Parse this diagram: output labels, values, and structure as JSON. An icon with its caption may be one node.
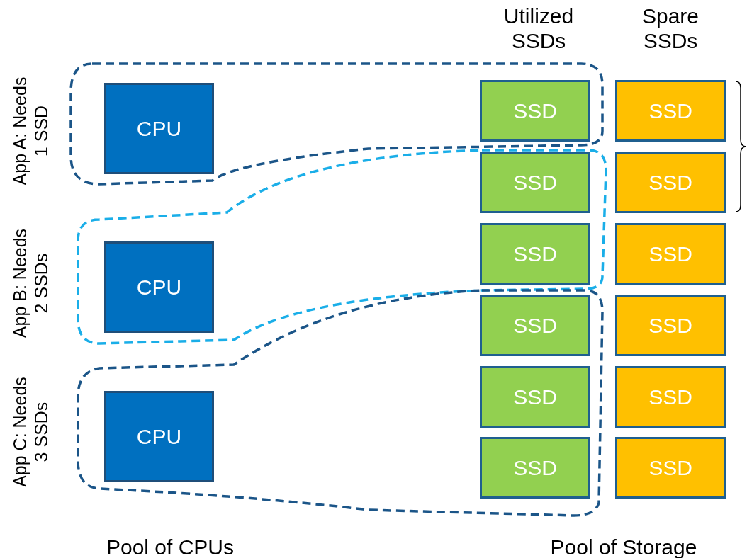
{
  "diagram": {
    "nodes": [
      {
        "text": [
          "App A: Needs 1 SSD"
        ]
      },
      {
        "text": [
          "App B: Needs 2 SSDs"
        ]
      },
      {
        "text": [
          "App C: Needs 3 SSDs"
        ]
      },
      {
        "text": [
          "CPU"
        ],
        "in": 0
      },
      {
        "text": [
          "CPU"
        ],
        "in": 1
      },
      {
        "text": [
          "CPU"
        ],
        "in": 2
      },
      {
        "text": [
          "SSD"
        ],
        "in": 0
      },
      {
        "text": [
          "SSD"
        ],
        "in": 1
      },
      {
        "text": [
          "SSD"
        ],
        "in": 1
      },
      {
        "text": [
          "SSD"
        ],
        "in": 2
      },
      {
        "text": [
          "SSD"
        ],
        "in": 2
      },
      {
        "text": [
          "SSD"
        ],
        "in": 2
      },
      {
        "text": [
          "SSD"
        ]
      },
      {
        "text": [
          "SSD"
        ]
      },
      {
        "text": [
          "SSD"
        ]
      },
      {
        "text": [
          "SSD"
        ]
      },
      {
        "text": [
          "SSD"
        ]
      },
      {
        "text": [
          "SSD"
        ]
      }
    ],
    "labels": [
      "Utilized SSDs",
      "Spare SSDs",
      "Pool of CPUs",
      "Pool of Storage"
    ]
  }
}
